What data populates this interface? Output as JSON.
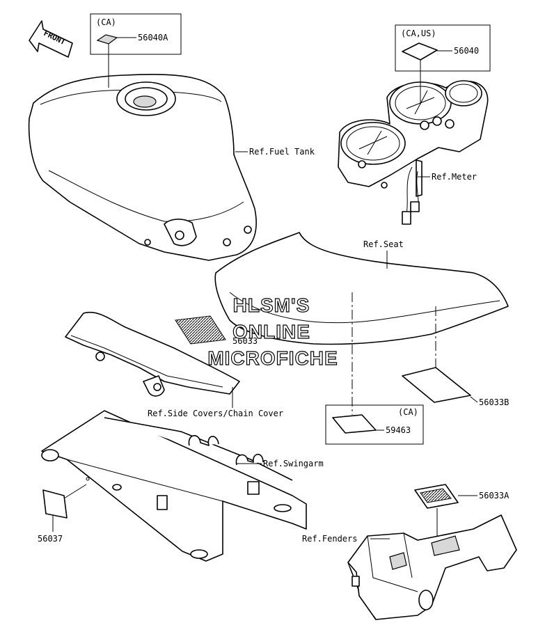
{
  "front_arrow": {
    "label": "FRONT"
  },
  "watermark": {
    "line1": "HLSM'S",
    "line2": "ONLINE",
    "line3": "MICROFICHE"
  },
  "callouts": {
    "box_56040A": {
      "region": "(CA)",
      "part": "56040A"
    },
    "box_56040": {
      "region": "(CA,US)",
      "part": "56040"
    },
    "box_59463": {
      "region": "(CA)",
      "part": "59463"
    },
    "part_56033": "56033",
    "part_56033B": "56033B",
    "part_56033A": "56033A",
    "part_56037": "56037"
  },
  "references": {
    "fuel_tank": "Ref.Fuel Tank",
    "meter": "Ref.Meter",
    "seat": "Ref.Seat",
    "side_covers": "Ref.Side Covers/Chain Cover",
    "swingarm": "Ref.Swingarm",
    "fenders": "Ref.Fenders"
  }
}
